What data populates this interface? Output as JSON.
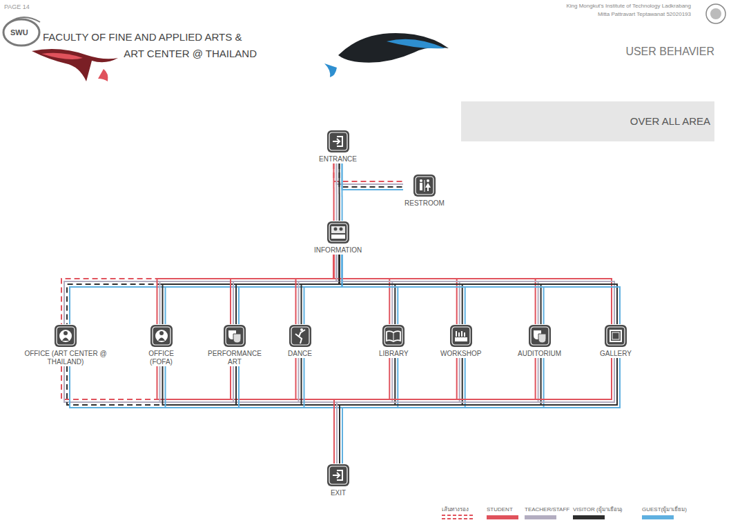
{
  "diagram": {
    "title": "FACULTY OF FINE AND APPLIED ARTS & ART CENTER @ THAILAND",
    "nodes": [
      {
        "text": [
          "ENTRANCE"
        ]
      },
      {
        "text": [
          "RESTROOM"
        ]
      },
      {
        "text": [
          "INFORMATION"
        ]
      },
      {
        "text": [
          "OFFICE (ART CENTER @ THAILAND)"
        ]
      },
      {
        "text": [
          "OFFICE (FOFA)"
        ]
      },
      {
        "text": [
          "PERFORMANCE ART"
        ]
      },
      {
        "text": [
          "DANCE"
        ]
      },
      {
        "text": [
          "LIBRARY"
        ]
      },
      {
        "text": [
          "WORKSHOP"
        ]
      },
      {
        "text": [
          "AUDITORIUM"
        ]
      },
      {
        "text": [
          "GALLERY"
        ]
      },
      {
        "text": [
          "EXIT"
        ]
      }
    ],
    "edges": [
      {
        "from": 0,
        "to": 1,
        "arrow": "none"
      },
      {
        "from": 0,
        "to": 2,
        "arrow": "none"
      },
      {
        "from": 2,
        "to": 3,
        "arrow": "none"
      },
      {
        "from": 2,
        "to": 4,
        "arrow": "none"
      },
      {
        "from": 2,
        "to": 5,
        "arrow": "none"
      },
      {
        "from": 2,
        "to": 6,
        "arrow": "none"
      },
      {
        "from": 2,
        "to": 7,
        "arrow": "none"
      },
      {
        "from": 2,
        "to": 8,
        "arrow": "none"
      },
      {
        "from": 2,
        "to": 9,
        "arrow": "none"
      },
      {
        "from": 2,
        "to": 10,
        "arrow": "none"
      },
      {
        "from": 3,
        "to": 11,
        "arrow": "none"
      },
      {
        "from": 4,
        "to": 11,
        "arrow": "none"
      },
      {
        "from": 5,
        "to": 11,
        "arrow": "none"
      },
      {
        "from": 6,
        "to": 11,
        "arrow": "none"
      },
      {
        "from": 7,
        "to": 11,
        "arrow": "none"
      },
      {
        "from": 8,
        "to": 11,
        "arrow": "none"
      },
      {
        "from": 9,
        "to": 11,
        "arrow": "none"
      },
      {
        "from": 10,
        "to": 11,
        "arrow": "none"
      }
    ],
    "labels": [
      "PAGE 14",
      "King Mongkut's Institute of Technology Ladkrabang",
      "Mitta Pattravart Teptawanat 52020193",
      "SWU",
      "USER BEHAVIER",
      "OVER ALL AREA"
    ],
    "legend": [
      {
        "text": "เส้นทางรอง"
      },
      {
        "text": "STUDENT",
        "color": "#e0525c"
      },
      {
        "text": "TEACHER/STAFF",
        "color": "#b3adc0"
      },
      {
        "text": "VISITOR (ผู้มาเยือน)",
        "color": "#2e2e2e"
      },
      {
        "text": "GUEST(ผู้มาเยี่ยม)",
        "color": "#5fb0e0"
      }
    ]
  }
}
